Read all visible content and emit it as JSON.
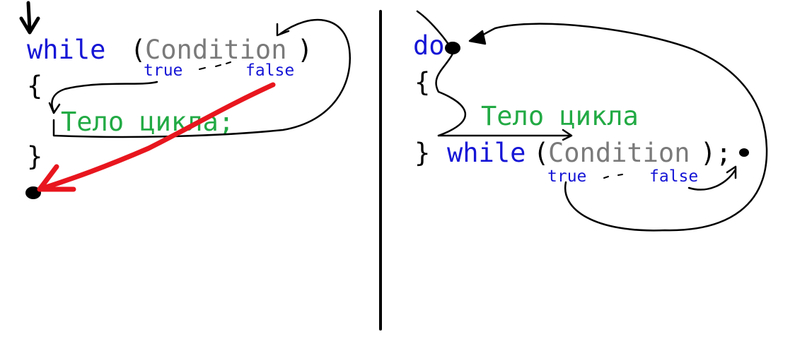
{
  "colors": {
    "keyword": "#1515d6",
    "condition": "#7a7a7a",
    "body": "#22aa44",
    "label": "#1515d6",
    "ink": "#000000",
    "exit_arrow": "#e8161e"
  },
  "while_loop": {
    "keyword": "while",
    "open_paren": "(",
    "condition": "Condition",
    "close_paren": ")",
    "open_brace": "{",
    "body": "Тело цикла;",
    "close_brace": "}",
    "true_label": "true",
    "false_label": "false"
  },
  "do_while_loop": {
    "do_keyword": "do",
    "open_brace": "{",
    "body": "Тело цикла",
    "close_brace": "}",
    "while_keyword": "while",
    "open_paren": "(",
    "condition": "Condition",
    "close_paren": ")",
    "semicolon": ";",
    "true_label": "true",
    "false_label": "false"
  }
}
